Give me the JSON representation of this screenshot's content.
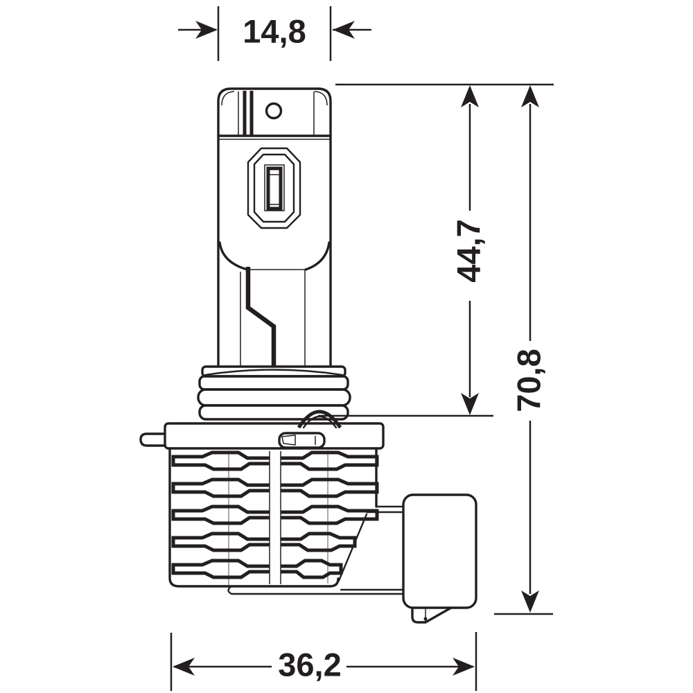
{
  "drawing": {
    "subject": "led-headlight-bulb-side-view-technical-drawing",
    "background_color": "#ffffff",
    "line_color": "#231f20",
    "dimensions": {
      "top_width": "14,8",
      "upper_height": "44,7",
      "total_height": "70,8",
      "base_width": "36,2"
    }
  }
}
